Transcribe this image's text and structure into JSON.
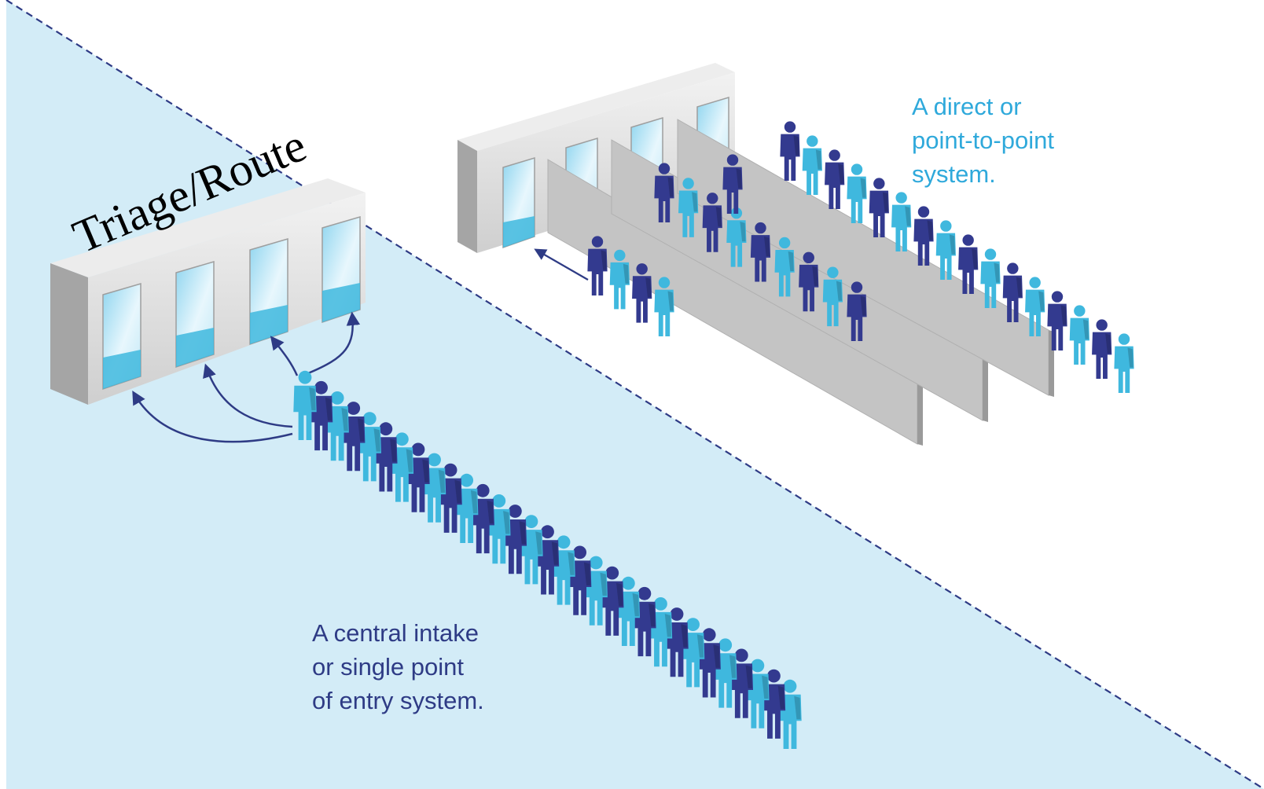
{
  "colors": {
    "background": "#ffffff",
    "central_area": "#d3ecf7",
    "divider_line": "#2e3b85",
    "person_dark": "#333a8f",
    "person_light": "#3fb8de",
    "wall_top": "#e9e9e9",
    "wall_front": "#c9c9c9",
    "wall_side": "#a9a9a9",
    "window": "#bfe7f5",
    "arrow": "#2e3b85",
    "text_central": "#2e3b85",
    "text_direct": "#2fa9db"
  },
  "central_system": {
    "sign_text": "Triage/Route",
    "caption_lines": [
      "A central intake",
      "or single point",
      "of entry system."
    ],
    "queue_count": 1,
    "people_in_queue": 31,
    "window_count": 4,
    "routing_arrows": 4
  },
  "direct_system": {
    "caption_lines": [
      "A direct or",
      "point-to-point",
      "system."
    ],
    "queue_count": 4,
    "window_count": 4
  },
  "icons": [
    "person-icon",
    "routing-arrow-icon",
    "service-window-icon",
    "divider-wall-icon"
  ]
}
